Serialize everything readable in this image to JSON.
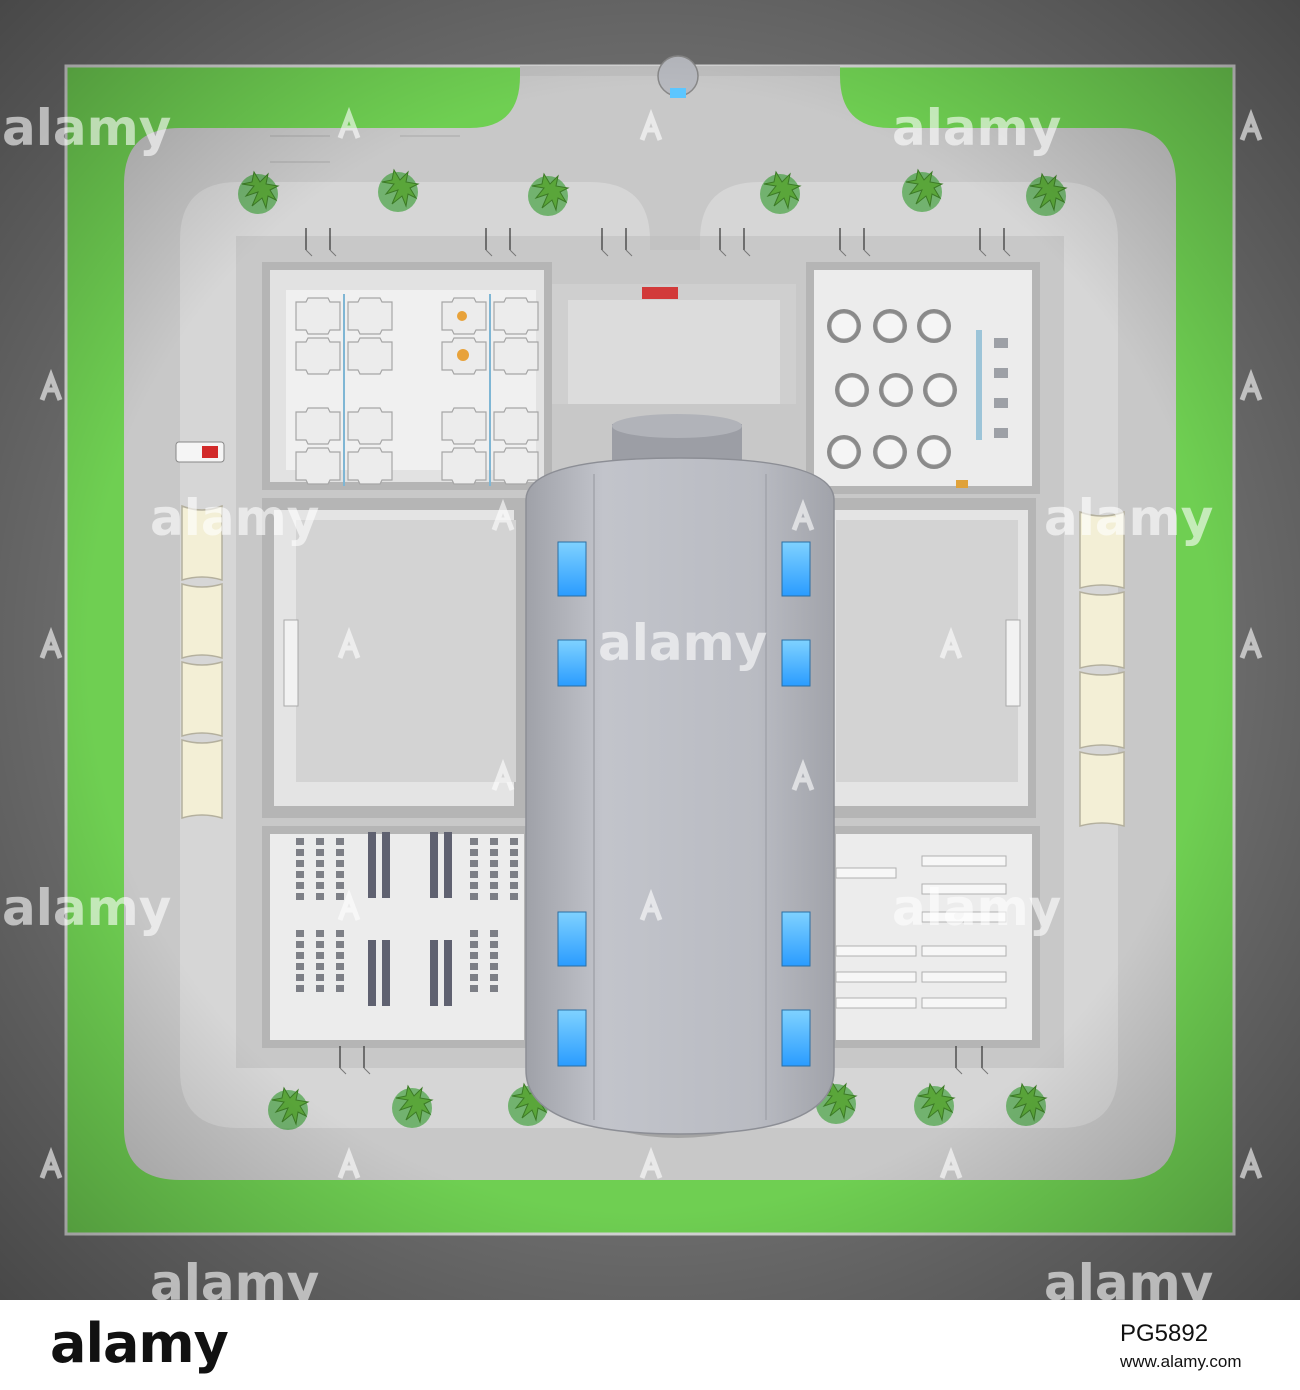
{
  "image": {
    "kind": "top-down 3D render of an exhibition / convention building site plan",
    "colors": {
      "background": "#6b6b6b",
      "lawn": "#6ccf4e",
      "paving": "#c8c8c8",
      "interior_floor": "#d9d9d9",
      "roof": "#b8bac1",
      "window_glow": "#3fb3ff",
      "trees": "#4fa63a",
      "fabric_canopies": "#f3efd8"
    }
  },
  "watermarks": {
    "text": "alamy",
    "icon": "alamy-a-icon"
  },
  "footer": {
    "logo": "alamy",
    "image_code": "PG5892",
    "url": "www.alamy.com"
  }
}
